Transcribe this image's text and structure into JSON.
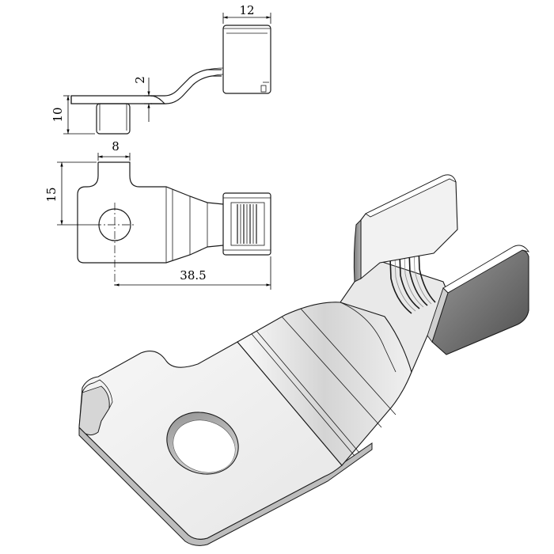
{
  "dimensions": {
    "top_width": "12",
    "thickness": "2",
    "side_height": "10",
    "tab_width": "8",
    "plate_height": "15",
    "total_length": "38.5"
  },
  "colors": {
    "line": "#1a1a1a",
    "metal_light": "#f4f4f4",
    "metal_mid": "#d9d9d9",
    "metal_dark": "#8a8a8a",
    "metal_shadow": "#5a5a5a"
  }
}
